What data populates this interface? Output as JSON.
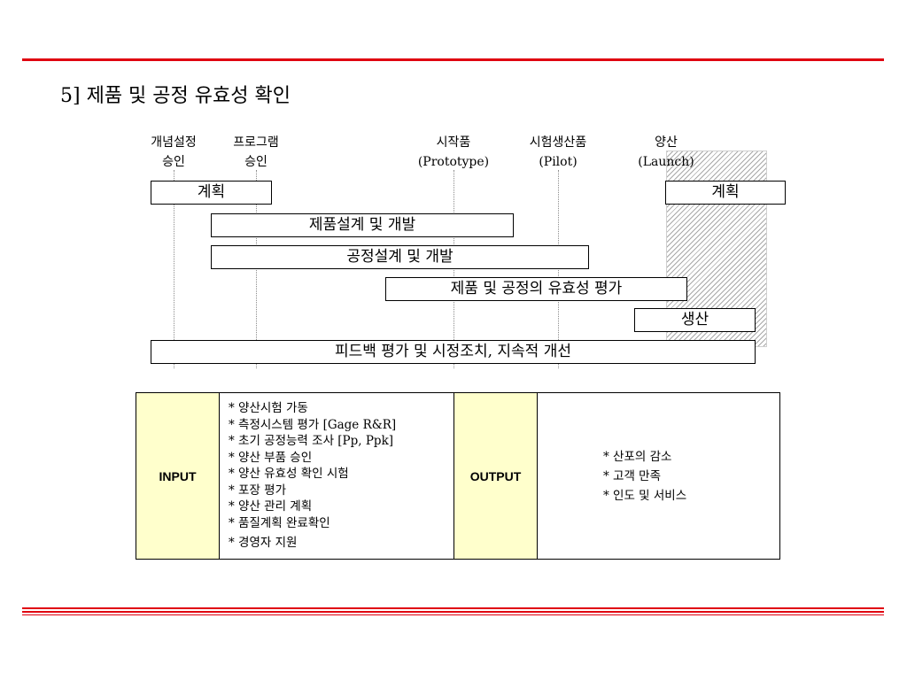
{
  "title": "5] 제품 및 공정 유효성 확인",
  "colors": {
    "accent": "#e00010",
    "label_bg": "#ffffcc"
  },
  "milestones": [
    {
      "line1": "개념설정",
      "line2": "승인"
    },
    {
      "line1": "프로그램",
      "line2": "승인"
    },
    {
      "line1": "시작품",
      "line2": "(Prototype)"
    },
    {
      "line1": "시험생산품",
      "line2": "(Pilot)"
    },
    {
      "line1": "양산",
      "line2": "(Launch)"
    }
  ],
  "phases": {
    "plan_start": "계획",
    "plan_launch": "계획",
    "product_design": "제품설계 및 개발",
    "process_design": "공정설계 및 개발",
    "validation": "제품 및 공정의 유효성 평가",
    "production": "생산",
    "feedback": "피드백 평가 및 시정조치, 지속적 개선"
  },
  "table": {
    "input_label": "INPUT",
    "input_items": [
      "* 양산시험 가동",
      "* 측정시스템 평가 [Gage R&R]",
      "* 초기 공정능력 조사 [Pp, Ppk]",
      "* 양산 부품 승인",
      "* 양산 유효성 확인 시험",
      "* 포장 평가",
      "* 양산 관리 계획",
      "* 품질계획 완료확인",
      "* 경영자 지원"
    ],
    "output_label": "OUTPUT",
    "output_items": [
      "* 산포의 감소",
      "* 고객 만족",
      "* 인도 및 서비스"
    ]
  }
}
